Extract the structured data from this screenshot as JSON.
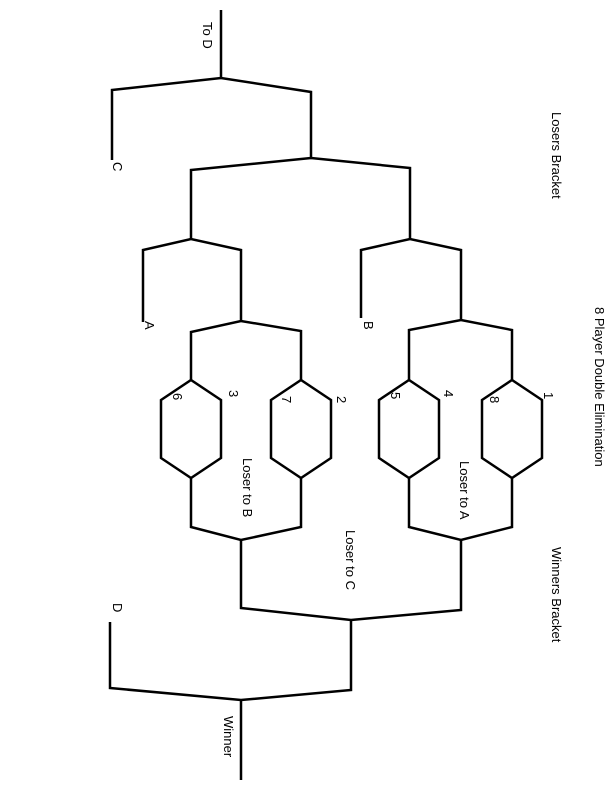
{
  "title": "8 Player Double Elimination",
  "sections": {
    "losers_bracket": "Losers Bracket",
    "winners_bracket": "Winners Bracket"
  },
  "labels": {
    "to_d": "To D",
    "winner": "Winner",
    "loser_to_a": "Loser to A",
    "loser_to_b": "Loser to B",
    "loser_to_c": "Loser to C",
    "c": "C",
    "a": "A",
    "b": "B",
    "d": "D"
  },
  "seeds": [
    "1",
    "8",
    "4",
    "5",
    "2",
    "7",
    "3",
    "6"
  ]
}
